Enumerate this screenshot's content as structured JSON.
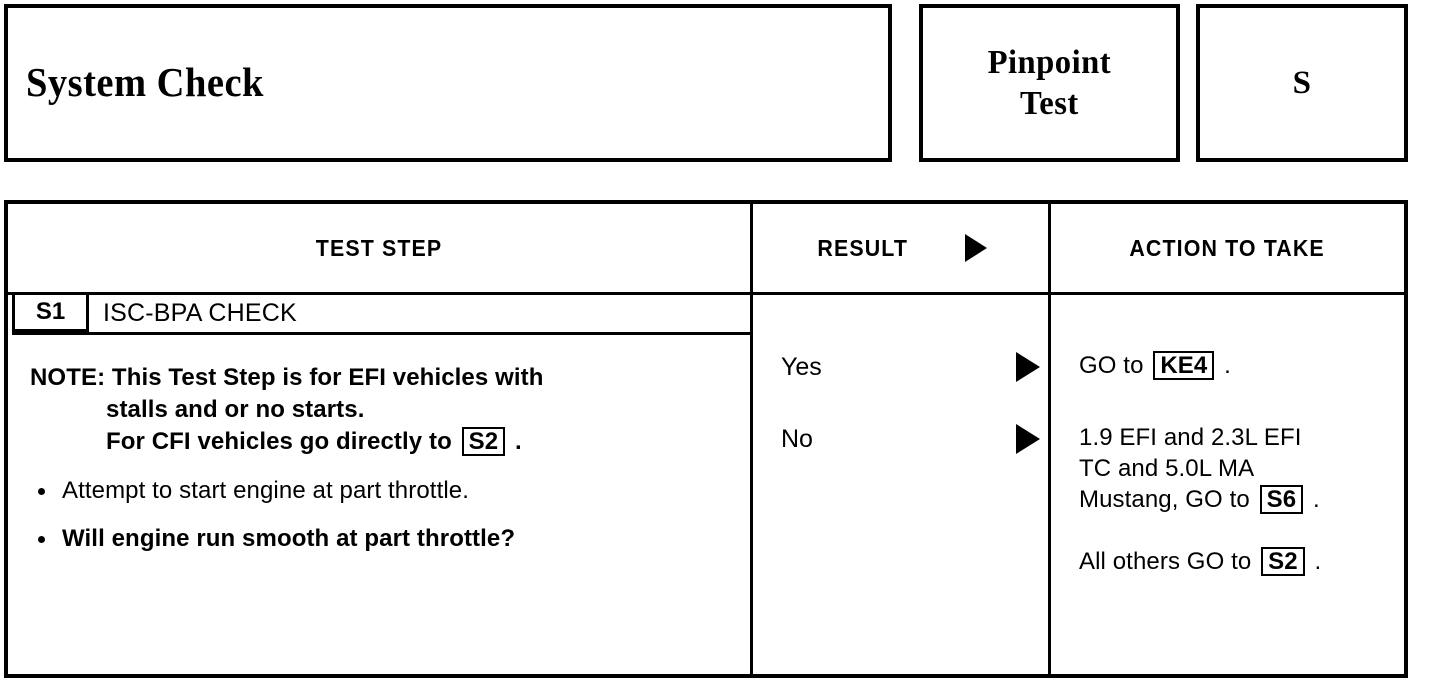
{
  "header": {
    "system_title": "System Check",
    "pinpoint_line1": "Pinpoint",
    "pinpoint_line2": "Test",
    "test_letter": "S"
  },
  "table": {
    "columns": {
      "test_step": "TEST STEP",
      "result": "RESULT",
      "action": "ACTION TO TAKE",
      "result_arrow_icon": "right-triangle-icon"
    },
    "step": {
      "id": "S1",
      "title": "ISC-BPA CHECK",
      "note": {
        "line1": "NOTE: This Test Step is for EFI vehicles with",
        "line2": "stalls and or no starts.",
        "line3_pre": "For CFI vehicles go directly to",
        "line3_ref": "S2",
        "line3_post": "."
      },
      "bullets": [
        {
          "text": "Attempt to start engine at part throttle.",
          "bold": false
        },
        {
          "text": "Will engine run smooth at part throttle?",
          "bold": true
        }
      ]
    },
    "results": [
      {
        "label": "Yes",
        "arrow_icon": "right-triangle-icon"
      },
      {
        "label": "No",
        "arrow_icon": "right-triangle-icon"
      }
    ],
    "actions": {
      "yes": {
        "line1_pre": "GO to",
        "line1_ref": "KE4",
        "line1_post": "."
      },
      "no": {
        "line1": "1.9 EFI and 2.3L EFI",
        "line2": "TC and 5.0L MA",
        "line3_pre": "Mustang, GO to",
        "line3_ref": "S6",
        "line3_post": ".",
        "line4_pre": "All others GO to",
        "line4_ref": "S2",
        "line4_post": "."
      }
    }
  },
  "colors": {
    "ink": "#000000",
    "paper": "#ffffff"
  }
}
